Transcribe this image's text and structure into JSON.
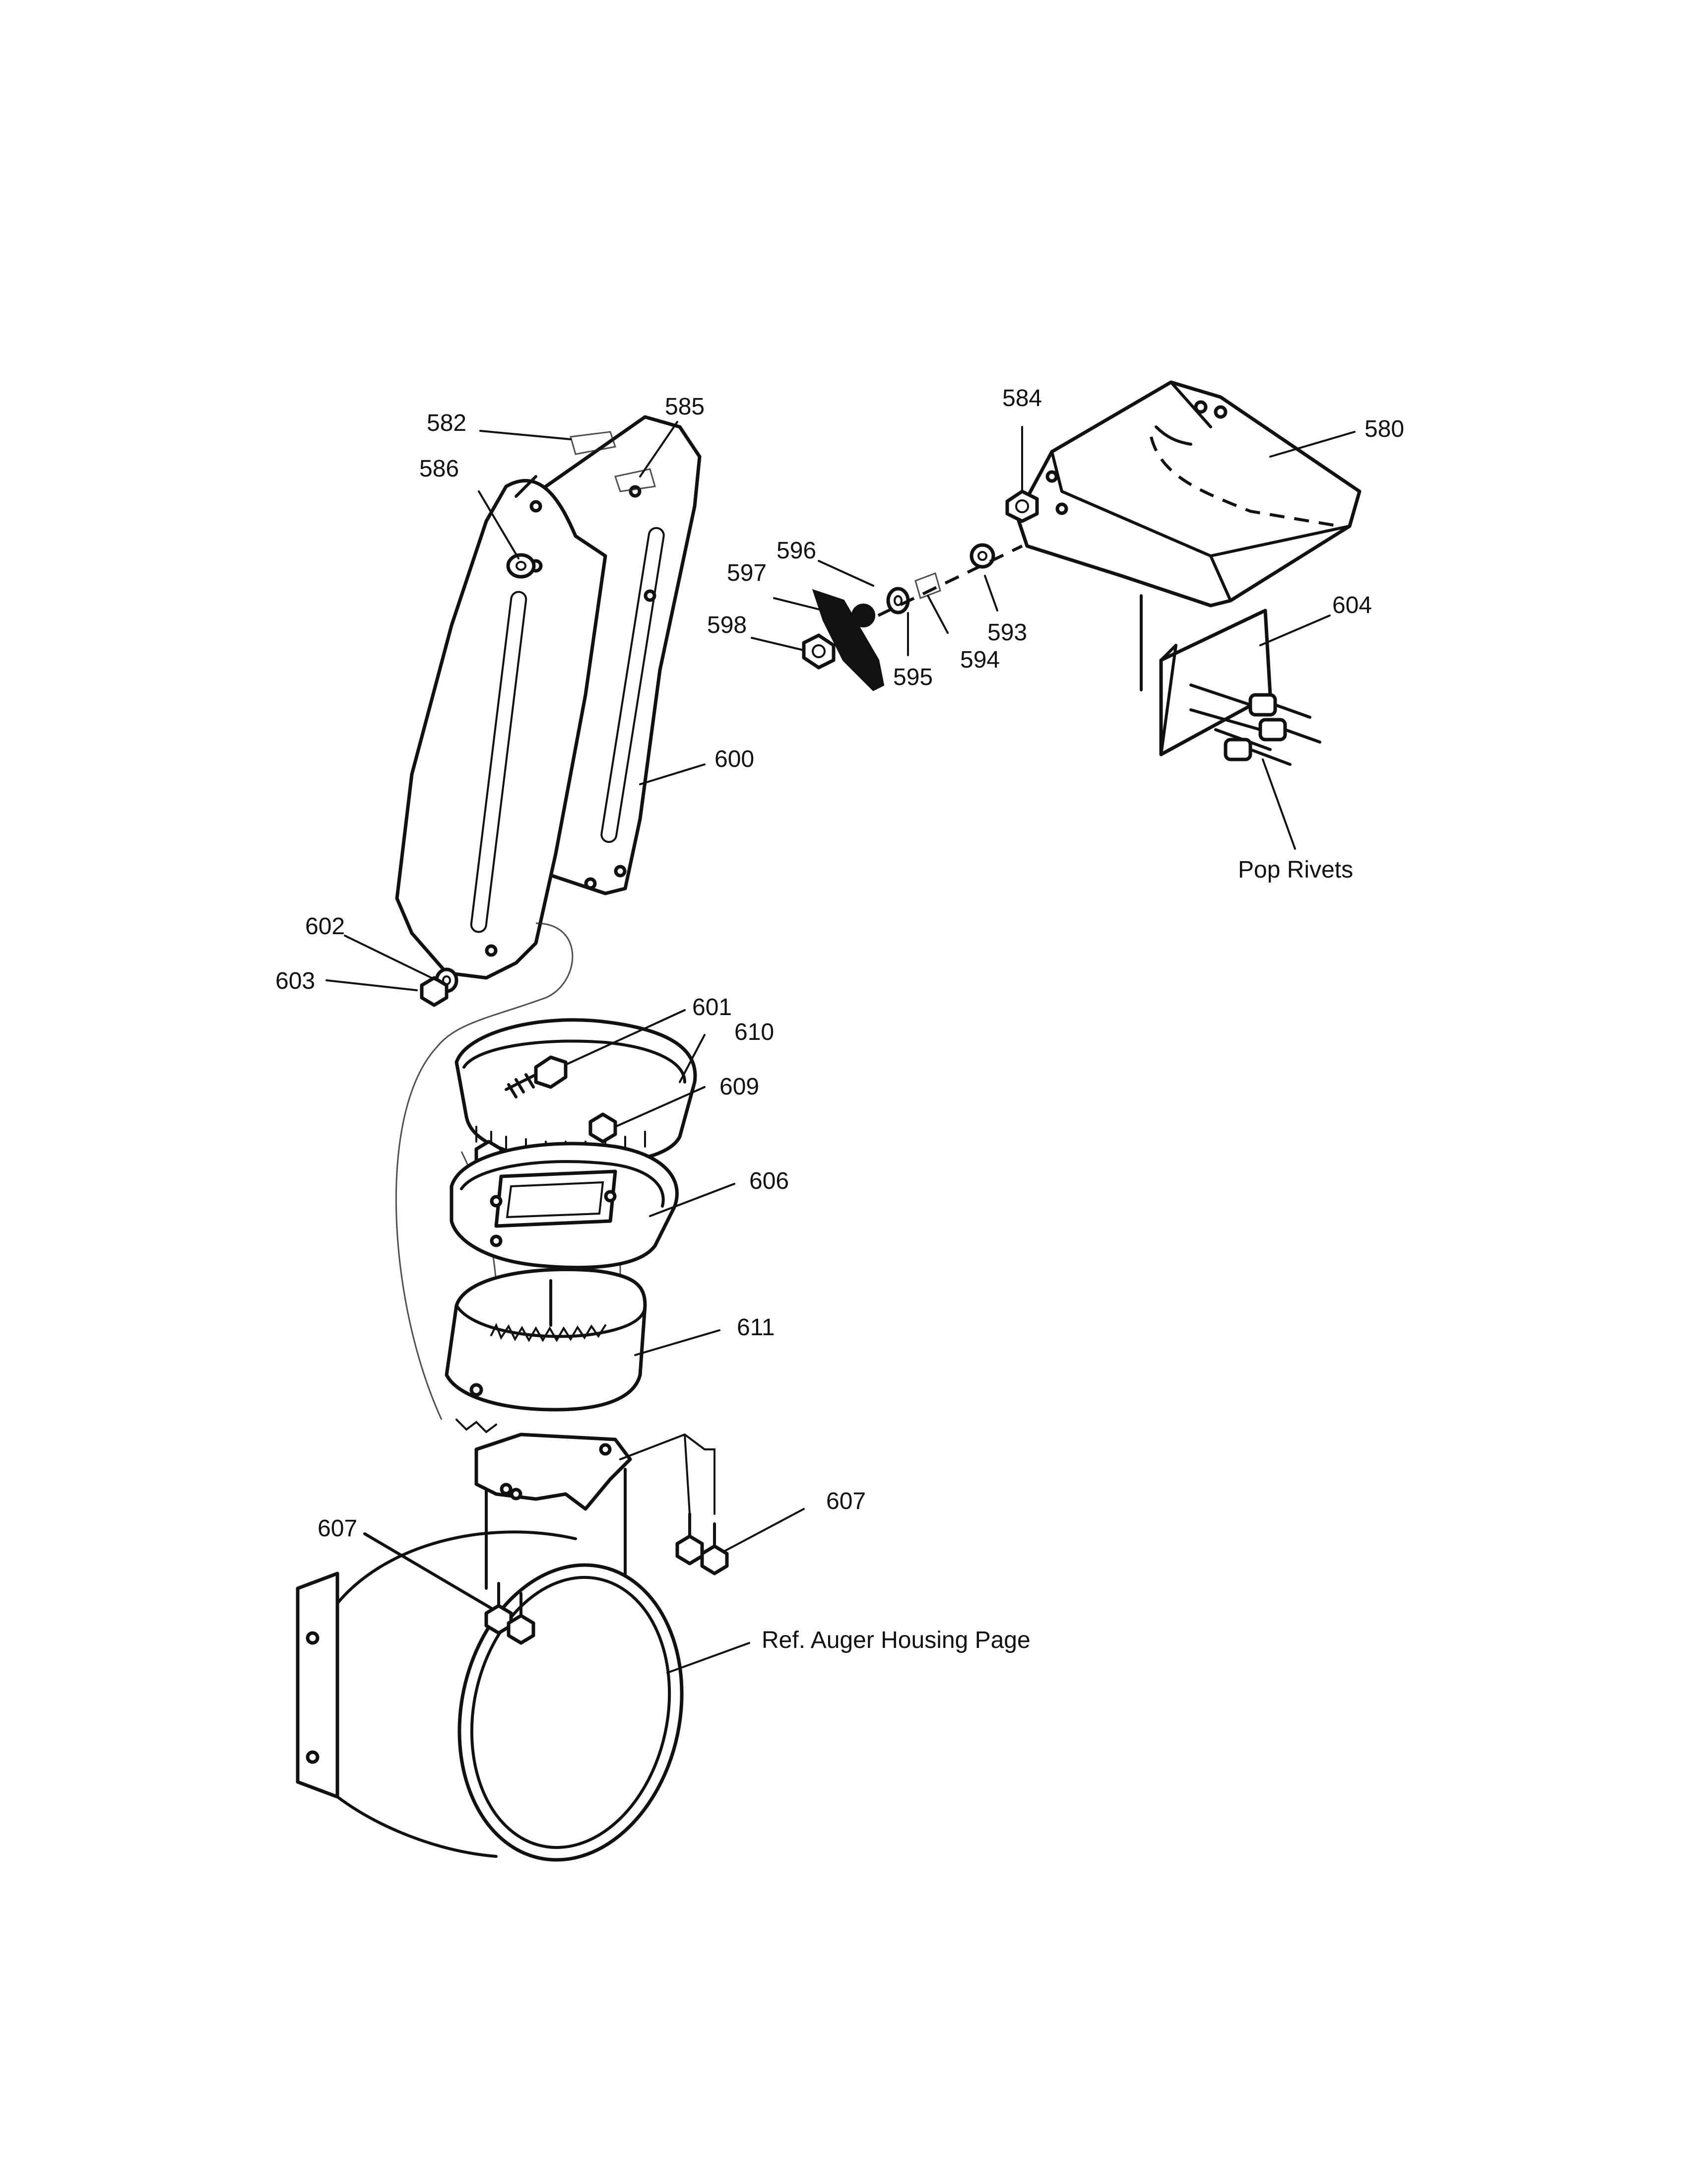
{
  "callouts": {
    "p580": "580",
    "p582": "582",
    "p584": "584",
    "p585": "585",
    "p586": "586",
    "p593": "593",
    "p594": "594",
    "p595": "595",
    "p596": "596",
    "p597": "597",
    "p598": "598",
    "p600": "600",
    "p601": "601",
    "p602": "602",
    "p603": "603",
    "p604": "604",
    "p606": "606",
    "p607a": "607",
    "p607b": "607",
    "p609": "609",
    "p610": "610",
    "p611": "611",
    "pop_rivets": "Pop Rivets",
    "ref_auger": "Ref. Auger Housing Page"
  }
}
